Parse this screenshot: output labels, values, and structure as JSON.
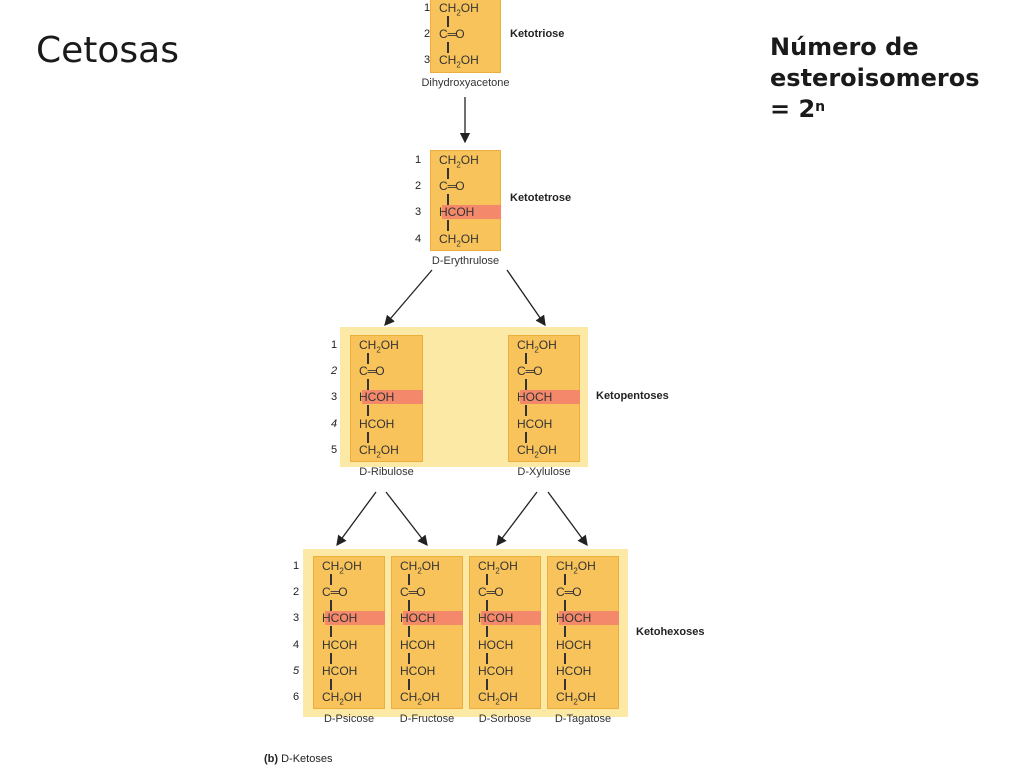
{
  "slide": {
    "title": "Cetosas",
    "stereo_line1": "Número de",
    "stereo_line2": "esteroisomeros",
    "stereo_line3": "= 2",
    "stereo_exp": "n"
  },
  "caption": {
    "part": "(b)",
    "text": "D-Ketoses"
  },
  "levels": {
    "triose": {
      "label": "Ketotriose",
      "numbers": [
        "1",
        "2",
        "3"
      ]
    },
    "tetrose": {
      "label": "Ketotetrose",
      "numbers": [
        "1",
        "2",
        "3",
        "4"
      ]
    },
    "pentose": {
      "label": "Ketopentoses",
      "numbers": [
        "1",
        "2",
        "3",
        "4",
        "5"
      ]
    },
    "hexose": {
      "label": "Ketohexoses",
      "numbers": [
        "1",
        "2",
        "3",
        "4",
        "5",
        "6"
      ]
    }
  },
  "sugars": {
    "dihydroxyacetone": {
      "name": "Dihydroxyacetone",
      "rows": [
        "CH2OH",
        "C=O",
        "CH2OH"
      ]
    },
    "erythrulose": {
      "name": "D-Erythrulose",
      "rows": [
        "CH2OH",
        "C=O",
        "HCOH",
        "CH2OH"
      ]
    },
    "ribulose": {
      "name": "D-Ribulose",
      "rows": [
        "CH2OH",
        "C=O",
        "HCOH",
        "HCOH",
        "CH2OH"
      ]
    },
    "xylulose": {
      "name": "D-Xylulose",
      "rows": [
        "CH2OH",
        "C=O",
        "HOCH",
        "HCOH",
        "CH2OH"
      ]
    },
    "psicose": {
      "name": "D-Psicose",
      "rows": [
        "CH2OH",
        "C=O",
        "HCOH",
        "HCOH",
        "HCOH",
        "CH2OH"
      ]
    },
    "fructose": {
      "name": "D-Fructose",
      "rows": [
        "CH2OH",
        "C=O",
        "HOCH",
        "HCOH",
        "HCOH",
        "CH2OH"
      ]
    },
    "sorbose": {
      "name": "D-Sorbose",
      "rows": [
        "CH2OH",
        "C=O",
        "HCOH",
        "HOCH",
        "HCOH",
        "CH2OH"
      ]
    },
    "tagatose": {
      "name": "D-Tagatose",
      "rows": [
        "CH2OH",
        "C=O",
        "HOCH",
        "HOCH",
        "HCOH",
        "CH2OH"
      ]
    }
  }
}
